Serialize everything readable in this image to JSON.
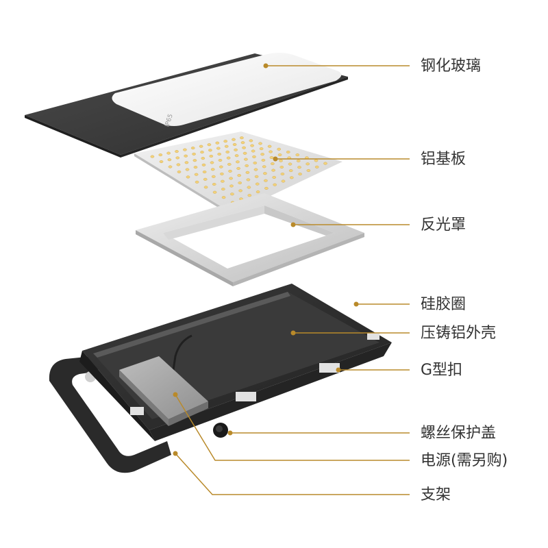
{
  "labels": {
    "glass": "钢化玻璃",
    "aluminum_board": "铝基板",
    "reflector": "反光罩",
    "silicone_ring": "硅胶圈",
    "housing": "压铸铝外壳",
    "g_clip": "G型扣",
    "screw_cover": "螺丝保护盖",
    "power_supply": "电源(需另购)",
    "bracket": "支架"
  },
  "glass_mark": "IP65",
  "colors": {
    "leader": "#b98a2a",
    "text": "#333333",
    "housing": "#2c2c2c",
    "glass": "#3a3a3a"
  }
}
